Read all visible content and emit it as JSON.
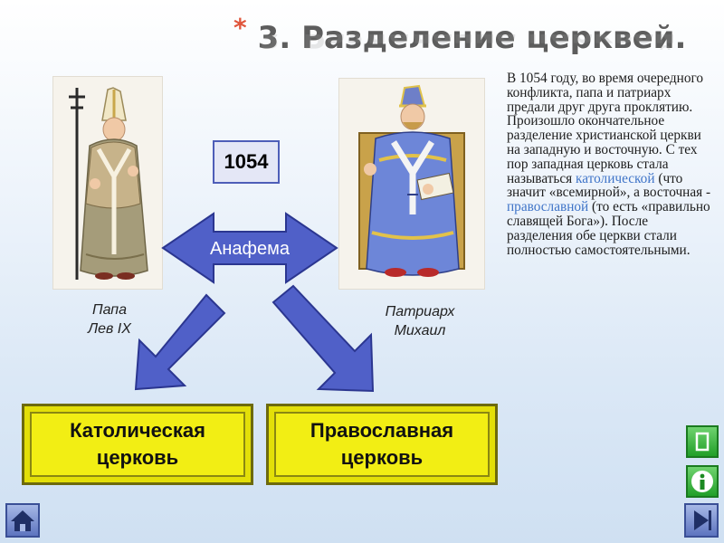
{
  "title": {
    "star": "*",
    "text": "3. Разделение церквей."
  },
  "year": "1054",
  "arrow_label": "Анафема",
  "pope_caption": [
    "Папа",
    "Лев IX"
  ],
  "patriarch_caption": [
    "Патриарх",
    "Михаил"
  ],
  "churches": {
    "catholic": [
      "Католическая",
      "церковь"
    ],
    "orthodox": [
      "Православная",
      "церковь"
    ]
  },
  "info_text": {
    "part1": "В 1054 году, во время очередного конфликта, папа и патриарх предали друг друга проклятию. Произошло окончательное разделение христианской церкви на западную и восточную. С тех пор западная церковь стала называться ",
    "catholic_word": "католической",
    "part2": " (что значит «всемирной», а восточная - ",
    "orthodox_word": "православной",
    "part3": " (то есть «правильно славящей Бога»). После разделения обе церкви стали полностью самостоятельными."
  },
  "colors": {
    "arrow_fill": "#5060c8",
    "church_fill": "#f2ee14",
    "text_highlight": "#3f74c8"
  },
  "icons": [
    "home-icon",
    "question-icon",
    "info-icon",
    "next-icon"
  ]
}
